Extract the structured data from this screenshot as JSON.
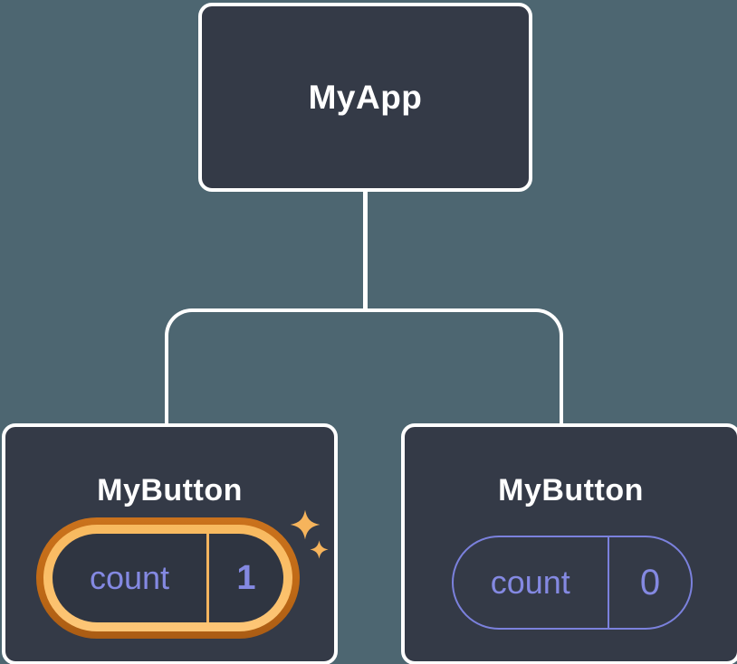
{
  "diagram": {
    "title_hint": "react component tree with state",
    "colors": {
      "background": "#4d6671",
      "node_fill": "#343a47",
      "node_border": "#ffffff",
      "connector": "#ffffff",
      "state_text_purple": "#8489e2",
      "pill_outline_purple": "#7b81dd",
      "highlight_outer_orange": "#c06a16",
      "highlight_inner_orange": "#fbc06a",
      "sparkle_orange": "#f6b45c"
    },
    "root": {
      "label": "MyApp"
    },
    "children": [
      {
        "label": "MyButton",
        "highlighted": true,
        "state": {
          "name": "count",
          "value": "1"
        }
      },
      {
        "label": "MyButton",
        "highlighted": false,
        "state": {
          "name": "count",
          "value": "0"
        }
      }
    ]
  }
}
